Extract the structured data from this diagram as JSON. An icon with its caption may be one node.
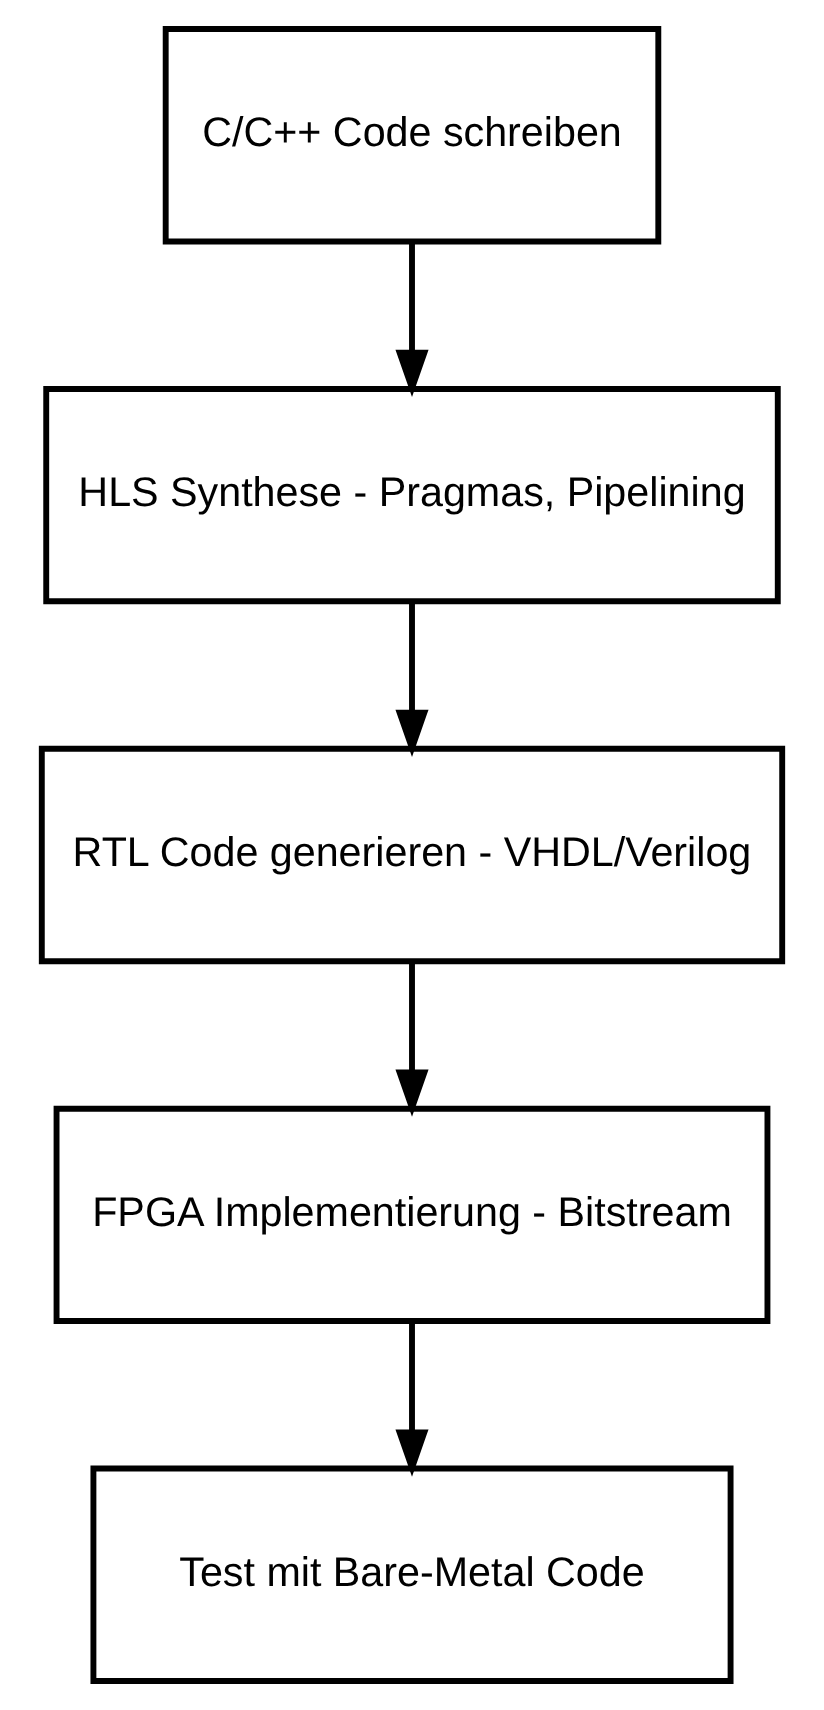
{
  "diagram": {
    "nodes": [
      {
        "text": [
          "C/C++ Code schreiben"
        ]
      },
      {
        "text": [
          "HLS Synthese - Pragmas, Pipelining"
        ]
      },
      {
        "text": [
          "RTL Code generieren - VHDL/Verilog"
        ]
      },
      {
        "text": [
          "FPGA Implementierung - Bitstream"
        ]
      },
      {
        "text": [
          "Test mit Bare-Metal Code"
        ]
      }
    ],
    "edges": [
      {
        "from": 0,
        "to": 1,
        "arrow": "to"
      },
      {
        "from": 1,
        "to": 2,
        "arrow": "to"
      },
      {
        "from": 2,
        "to": 3,
        "arrow": "to"
      },
      {
        "from": 3,
        "to": 4,
        "arrow": "to"
      }
    ]
  }
}
